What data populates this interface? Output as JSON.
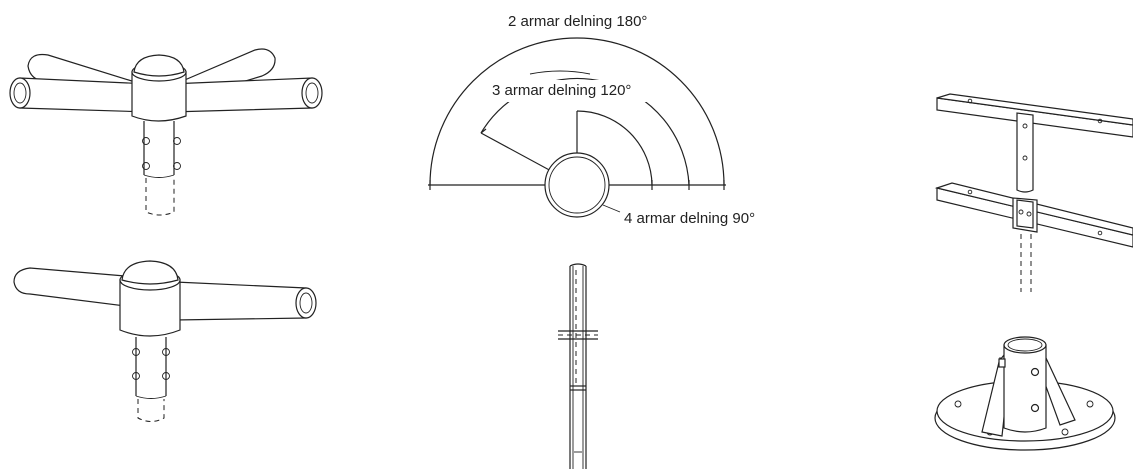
{
  "labels": {
    "two_arms": "2 armar delning 180°",
    "three_arms": "3 armar delning 120°",
    "four_arms": "4 armar delning 90°"
  }
}
